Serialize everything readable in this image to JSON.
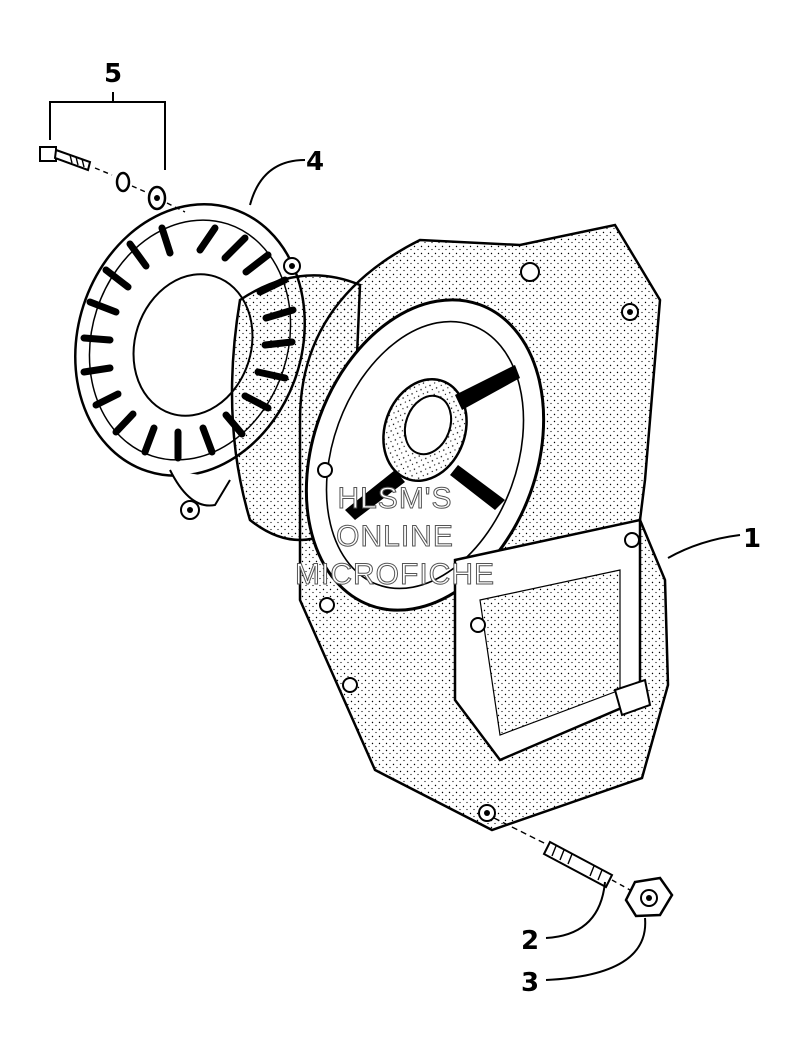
{
  "callouts": {
    "c1": "1",
    "c2": "2",
    "c3": "3",
    "c4": "4",
    "c5": "5"
  },
  "watermark": {
    "line1": "HLSM'S",
    "line2": "ONLINE",
    "line3": "MICROFICHE"
  },
  "colors": {
    "ink": "#000000",
    "paper": "#ffffff"
  }
}
